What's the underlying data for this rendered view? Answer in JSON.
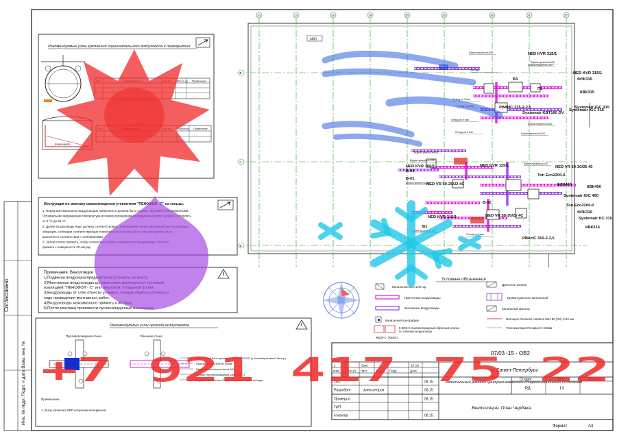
{
  "sidebar": {
    "soglasovano": "Согласовано",
    "strip_label": "Инв. № подл.   Подп. и дата   Взам. инв. №"
  },
  "detail_panel": {
    "title": "Рекомендуемые узлы крепления горизонтального воздуховода к перекрытию",
    "table1_header": [
      "Поз.",
      "Наименование",
      "Кол-во",
      "Масса ед.",
      "Примечание"
    ],
    "table2_header": [
      "Поз.",
      "Наименование",
      "Кол-во",
      "Масса ед.",
      "Примечание"
    ],
    "caption": "Шаги крепл."
  },
  "instruction_panel": {
    "title": "Инструкция по монтажу самоклеящегося утеплителя \"ПЕНОФОЛ - С\" на гильзы.",
    "lines": [
      "1. Перед монтажом всех воздуховодов поверхность должна быть сухими, чистыми и обезжиренными.",
      "Оптимальная окружающая температура во время проведения изоляционных работ должна составлять",
      "от 5 °С до 35 °С.",
      "2. Далее воздуховоды надо должны соответствовать требованиям. Нужно выполнить все монтажные",
      "операции, соблюдая соответствующие линии реза и не более 20 см. Монтаж должен быть",
      "выполнен в соответствии с требованиями.",
      "3. Затем плотно прижать, чтобы полностью оклеить поверхность воздуховода, и плотно",
      "прижать к поверхности 20 секунд."
    ]
  },
  "notes_panel": {
    "lines": [
      "Примечания: Вентиляция",
      "1)Подвески воздухораспределителей уточнить по месту.",
      "2)Монтажные воздуховоды до наклонных изолируются тепловой",
      "изоляцией \"ПЕНОФОЛ - С\" или аналогом. Толщиной 10 мм.",
      "3)Воздуховоды от стен отнести условно, точные отметки уточнить в",
      "ходе проведения монтажных работ.",
      "4)Воздуховоды максимально прижать к потолку.",
      "5)После монтажа произвести пусконаладочные испытания."
    ]
  },
  "wall_panel": {
    "title": "Рекомендуемые узлы прохода воздуховодов",
    "left_label": "Противопожарная стена",
    "right_label": "Обычная стена",
    "notes_title": "Примечание",
    "note": "1. Зазор заполнить ВВП негорючим материалом.",
    "spec_lines": [
      "Монтажный блок проема           1. габарит АХОО (с антиапаративной Изопр.)",
      "Пристройка по B\\RSH узлов",
      "Шумоглушительная лента 6X2",
      "Клапан противопожарный клап. КПУ-1",
      "Мадчанная мастика Паромак опасательные выходы"
    ]
  },
  "plan": {
    "axis_labels": [
      "10",
      "14",
      "18",
      "19",
      "20",
      "23",
      "26",
      "21",
      "27"
    ],
    "row_labels": [
      "В",
      "А",
      "Б"
    ],
    "dim_label": "1460",
    "main_labels": [
      "NED KVR 315/1",
      "NED KVR 315/1",
      "ФЛК315",
      "КВК315",
      "Systemair IGC 315",
      "РВАНС 315-2-2,5",
      "Systemair KBT160 DV",
      "Systemair IGC 315",
      "П1",
      "В3",
      "NED KVR 100/1",
      "В-04",
      "NED KVR 125/1",
      "NED VR 50-30/25 40",
      "Топ Есо2200-0",
      "ФЛК400",
      "КВК400",
      "Systemair IGC 400",
      "Топ Есо2200-0",
      "ФЛК315",
      "Systemair KC 315",
      "КВК315",
      "РВАНС 315-2-2,5",
      "NED VR 50-25/22 4С",
      "NED VR 50-30/25 4С",
      "NED KVR 315/1",
      "В-01",
      "В-02",
      "В1"
    ],
    "small_labels": [
      "Шумоглушитель200",
      "200 мм",
      "Шумоглушитель200",
      "Шумоглушитель 200",
      "Отвод по 5 мм",
      "Отвод по 5 мм",
      "Отвод по 5 мм",
      "Отвод по 5 мм",
      "Шумоглушитель200",
      "Шумоглушитель200",
      "Шумоглушитель200",
      "Шумоглушитель 200",
      "Шумоглушитель200",
      "Шумоглушитель200",
      "Шумоглушитель 500",
      "Отвод по 5 мм"
    ]
  },
  "legend": {
    "title": "Условные обозначения",
    "items": [
      "Канальный вентилятор",
      "Приточные воздуховоды",
      "Вытяжные воздуховоды",
      "Канальный калорифер",
      "К-ВОЗ-С-противопожарный обратный клапан",
      "по сечению воздуховода",
      "Дроссель клапан",
      "Шумоглушитель канальный",
      "Канальный фильтр",
      "Изоляция Rockwool AluWired Wa1 80 (ОЗ) 1×40 мм",
      "Теплоизоляция Пенофол С δ10мм"
    ],
    "fan_codes": [
      "ЖЕ00-1",
      "ЖЕ00-1"
    ]
  },
  "title_block": {
    "code": "07/03 -15 - ОВ2",
    "city": "г. Санкт-Петербург",
    "project": "Капитальный ремонт централизованного стерилизационного отделения",
    "sheet_title": "Вентиляция. План Чердака.",
    "stage_header": "Стадия",
    "sheet_header": "Лист",
    "sheets_header": "Листов",
    "stage": "РД",
    "sheet_no": "13",
    "sheets_total": "",
    "col_headers": [
      "Изм.",
      "Кол.уч",
      "Лист",
      "№ док.",
      "Подп.",
      "Дата"
    ],
    "first_row": [
      "1",
      "",
      "Зам.",
      "",
      "",
      "10.15"
    ],
    "people": [
      {
        "role": "ГАП",
        "name": "",
        "date": "08.15"
      },
      {
        "role": "Разработ",
        "name": "Александров",
        "date": "08.15"
      },
      {
        "role": "Проверил",
        "name": "",
        "date": "08.15"
      },
      {
        "role": "ГИП",
        "name": "",
        "date": ""
      },
      {
        "role": "Н.контр",
        "name": "",
        "date": "08.15"
      }
    ],
    "format_label": "Формат",
    "format": "А3"
  },
  "watermark": {
    "phone": "+7 921 417 75 22"
  },
  "colors": {
    "supply_duct": "#e000e0",
    "exhaust_duct": "#8a2be2",
    "grid_line": "#22a022",
    "watermark_red": "#f02828",
    "watermark_purple": "#a040e0",
    "watermark_blue": "#3060e0",
    "watermark_cyan": "#20c8e8"
  }
}
